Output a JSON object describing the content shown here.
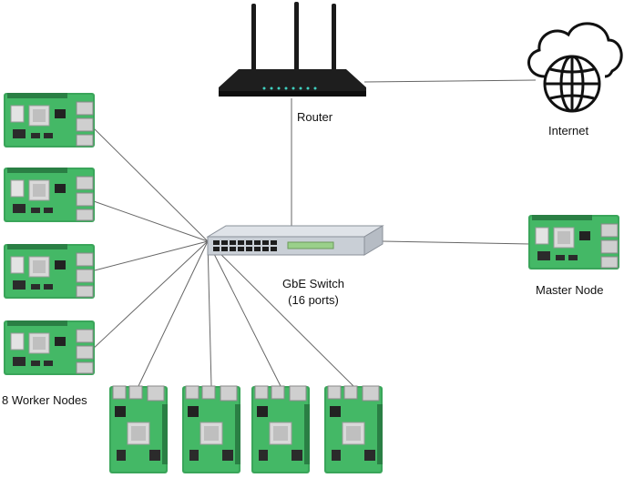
{
  "labels": {
    "router": "Router",
    "internet": "Internet",
    "switch_line1": "GbE Switch",
    "switch_line2": "(16 ports)",
    "master": "Master Node",
    "workers": "8 Worker Nodes"
  },
  "icons": {
    "router": "wifi-router-icon",
    "internet": "cloud-globe-icon",
    "switch": "network-switch-icon",
    "board": "raspberry-pi-board-icon"
  },
  "colors": {
    "board": "#3aa55a",
    "board_dark": "#2a7f44",
    "chip": "#d9d9d9",
    "switch_body": "#c9cfd6",
    "line": "#666666"
  }
}
